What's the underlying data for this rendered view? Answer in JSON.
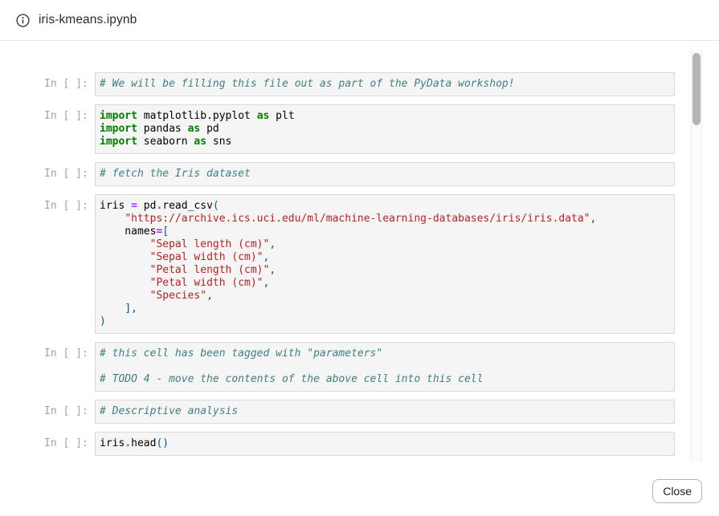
{
  "header": {
    "title": "iris-kmeans.ipynb",
    "icon": "info-icon"
  },
  "footer": {
    "close_label": "Close"
  },
  "colors": {
    "keyword": "#008000",
    "operator": "#aa22ff",
    "string": "#ba2121",
    "comment": "#408080",
    "punctuation": "#0055aa",
    "code_text": "#000000",
    "prompt_gray": "#a3a3a3",
    "cell_background": "#f5f5f5",
    "cell_border": "#d9d9d9",
    "scroll_thumb": "#b5b5b5"
  },
  "notebook": {
    "prompt": "In [ ]:",
    "cells": [
      {
        "lines": [
          [
            [
              "com",
              "# We will be filling this file out as part of the PyData workshop!"
            ]
          ]
        ]
      },
      {
        "lines": [
          [
            [
              "kw",
              "import"
            ],
            [
              "txt",
              " matplotlib.pyplot "
            ],
            [
              "kw",
              "as"
            ],
            [
              "txt",
              " plt"
            ]
          ],
          [
            [
              "kw",
              "import"
            ],
            [
              "txt",
              " pandas "
            ],
            [
              "kw",
              "as"
            ],
            [
              "txt",
              " pd"
            ]
          ],
          [
            [
              "kw",
              "import"
            ],
            [
              "txt",
              " seaborn "
            ],
            [
              "kw",
              "as"
            ],
            [
              "txt",
              " sns"
            ]
          ]
        ]
      },
      {
        "lines": [
          [
            [
              "com",
              "# fetch the Iris dataset"
            ]
          ]
        ]
      },
      {
        "lines": [
          [
            [
              "txt",
              "iris "
            ],
            [
              "op",
              "="
            ],
            [
              "txt",
              " pd"
            ],
            [
              "op",
              "."
            ],
            [
              "txt",
              "read_csv"
            ],
            [
              "pun",
              "("
            ]
          ],
          [
            [
              "txt",
              "    "
            ],
            [
              "str",
              "\"https://archive.ics.uci.edu/ml/machine-learning-databases/iris/iris.data\""
            ],
            [
              "pun",
              ","
            ]
          ],
          [
            [
              "txt",
              "    names"
            ],
            [
              "op",
              "="
            ],
            [
              "pun",
              "["
            ]
          ],
          [
            [
              "txt",
              "        "
            ],
            [
              "str",
              "\"Sepal length (cm)\""
            ],
            [
              "pun",
              ","
            ]
          ],
          [
            [
              "txt",
              "        "
            ],
            [
              "str",
              "\"Sepal width (cm)\""
            ],
            [
              "pun",
              ","
            ]
          ],
          [
            [
              "txt",
              "        "
            ],
            [
              "str",
              "\"Petal length (cm)\""
            ],
            [
              "pun",
              ","
            ]
          ],
          [
            [
              "txt",
              "        "
            ],
            [
              "str",
              "\"Petal width (cm)\""
            ],
            [
              "pun",
              ","
            ]
          ],
          [
            [
              "txt",
              "        "
            ],
            [
              "str",
              "\"Species\""
            ],
            [
              "pun",
              ","
            ]
          ],
          [
            [
              "txt",
              "    "
            ],
            [
              "pun",
              "],"
            ]
          ],
          [
            [
              "pun",
              ")"
            ]
          ]
        ]
      },
      {
        "lines": [
          [
            [
              "com",
              "# this cell has been tagged with \"parameters\""
            ]
          ],
          [],
          [
            [
              "com",
              "# TODO 4 - move the contents of the above cell into this cell"
            ]
          ]
        ]
      },
      {
        "lines": [
          [
            [
              "com",
              "# Descriptive analysis"
            ]
          ]
        ]
      },
      {
        "lines": [
          [
            [
              "txt",
              "iris"
            ],
            [
              "op",
              "."
            ],
            [
              "txt",
              "head"
            ],
            [
              "pun",
              "()"
            ]
          ]
        ]
      }
    ]
  }
}
